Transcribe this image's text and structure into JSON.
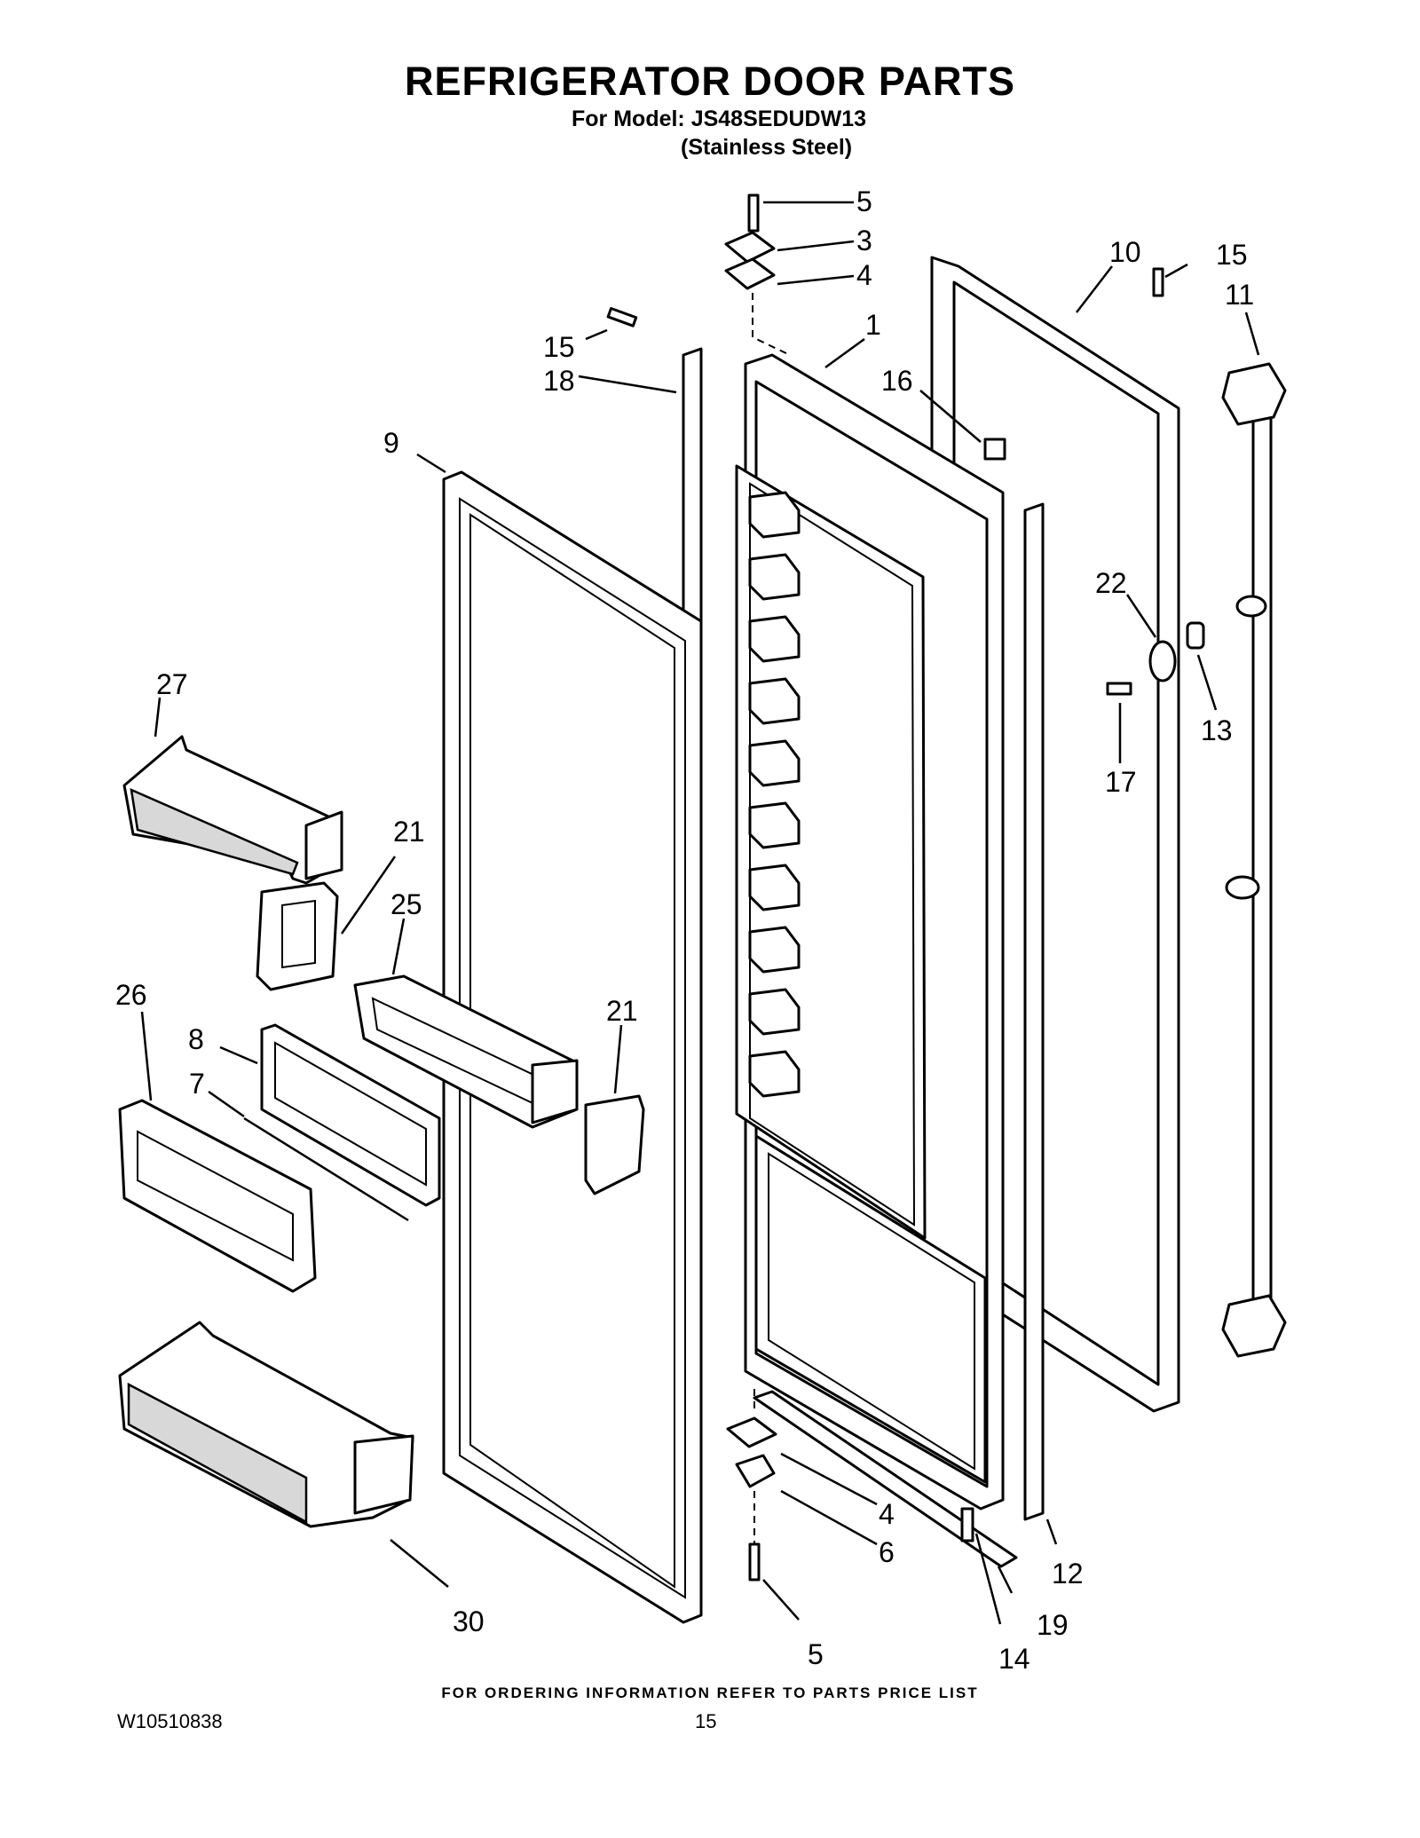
{
  "header": {
    "title": "REFRIGERATOR DOOR PARTS",
    "model_line": "For Model: JS48SEDUDW13",
    "finish_line": "(Stainless Steel)"
  },
  "callouts": {
    "c5_top": "5",
    "c3": "3",
    "c4_top": "4",
    "c10": "10",
    "c15_right": "15",
    "c11": "11",
    "c1": "1",
    "c15_left": "15",
    "c18": "18",
    "c16": "16",
    "c9": "9",
    "c22": "22",
    "c27": "27",
    "c13": "13",
    "c17": "17",
    "c21_left": "21",
    "c25": "25",
    "c26": "26",
    "c8": "8",
    "c21_right": "21",
    "c7": "7",
    "c4_bottom": "4",
    "c6": "6",
    "c12": "12",
    "c30": "30",
    "c19": "19",
    "c5_bottom": "5",
    "c14": "14"
  },
  "footer": {
    "ordering_note": "FOR ORDERING INFORMATION REFER TO PARTS PRICE LIST",
    "doc_number": "W10510838",
    "page_number": "15"
  }
}
